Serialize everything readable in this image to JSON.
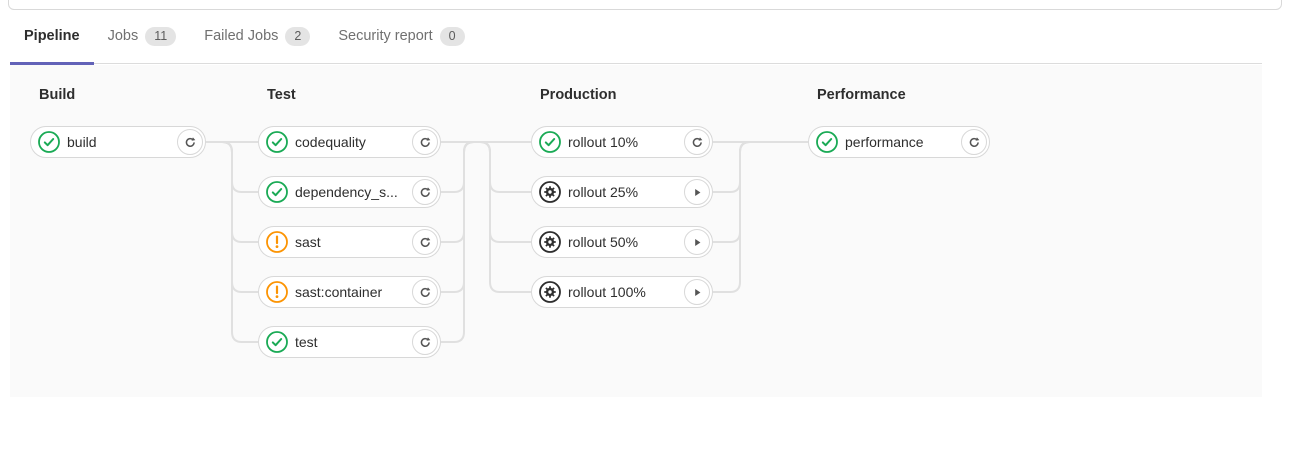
{
  "tabs": [
    {
      "label": "Pipeline",
      "active": true
    },
    {
      "label": "Jobs",
      "badge": "11"
    },
    {
      "label": "Failed Jobs",
      "badge": "2"
    },
    {
      "label": "Security report",
      "badge": "0"
    }
  ],
  "colors": {
    "success": "#1aaa55",
    "warning": "#fc9403",
    "manual_icon": "#2e2e2e",
    "action_icon": "#555555",
    "connector": "#e0e0e0",
    "pill_border": "#d8d8d8",
    "tab_accent": "#6262b8",
    "graph_background": "#fafafa",
    "active_tab_text": "#2e2e2e",
    "inactive_tab_text": "#707070",
    "badge_background": "#e4e4e4"
  },
  "pipeline": {
    "stages": [
      {
        "name": "Build",
        "jobs": [
          {
            "label": "build",
            "status": "success",
            "action": "retry"
          }
        ]
      },
      {
        "name": "Test",
        "jobs": [
          {
            "label": "codequality",
            "status": "success",
            "action": "retry"
          },
          {
            "label": "dependency_s...",
            "status": "success",
            "action": "retry"
          },
          {
            "label": "sast",
            "status": "warning",
            "action": "retry"
          },
          {
            "label": "sast:container",
            "status": "warning",
            "action": "retry"
          },
          {
            "label": "test",
            "status": "success",
            "action": "retry"
          }
        ]
      },
      {
        "name": "Production",
        "jobs": [
          {
            "label": "rollout 10%",
            "status": "success",
            "action": "retry"
          },
          {
            "label": "rollout 25%",
            "status": "manual",
            "action": "play"
          },
          {
            "label": "rollout 50%",
            "status": "manual",
            "action": "play"
          },
          {
            "label": "rollout 100%",
            "status": "manual",
            "action": "play"
          }
        ]
      },
      {
        "name": "Performance",
        "jobs": [
          {
            "label": "performance",
            "status": "success",
            "action": "retry"
          }
        ]
      }
    ]
  }
}
